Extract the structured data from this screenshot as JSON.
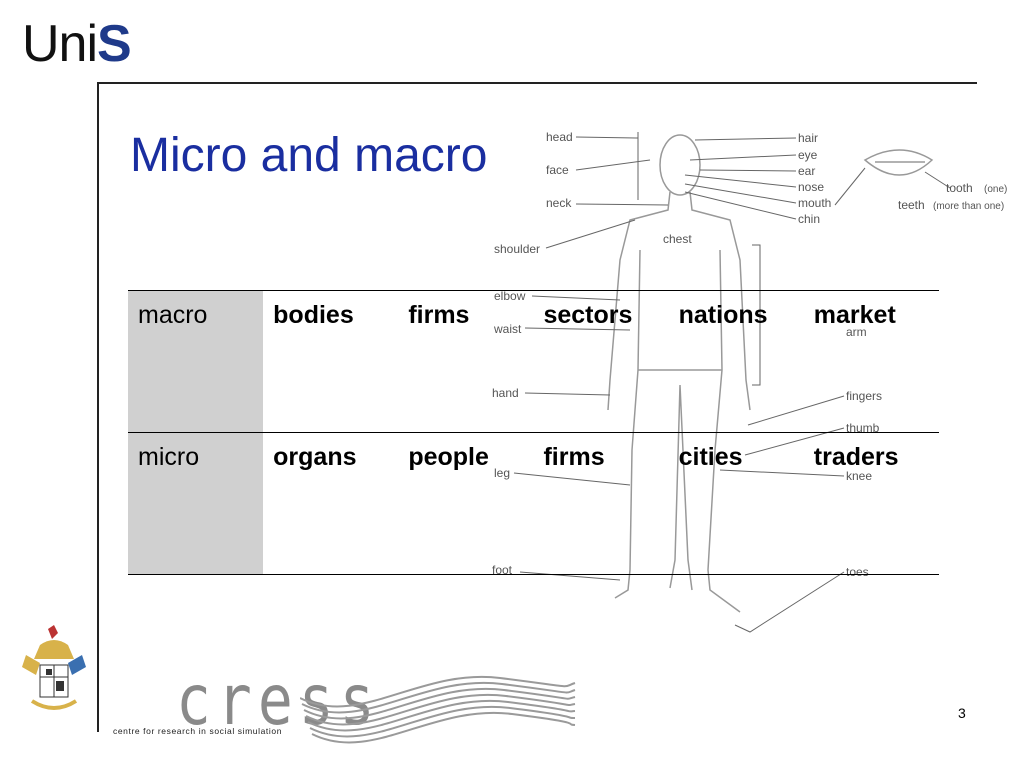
{
  "header": {
    "logo_prefix": "Uni",
    "logo_suffix": "S"
  },
  "slide": {
    "title": "Micro and macro",
    "page_number": "3"
  },
  "table": {
    "rows": [
      {
        "label": "macro",
        "cells": [
          "bodies",
          "firms",
          "sectors",
          "nations",
          "market"
        ]
      },
      {
        "label": "micro",
        "cells": [
          "organs",
          "people",
          "firms",
          "cities",
          "traders"
        ]
      }
    ]
  },
  "diagram": {
    "labels": {
      "head": "head",
      "face": "face",
      "neck": "neck",
      "shoulder": "shoulder",
      "chest": "chest",
      "elbow": "elbow",
      "waist": "waist",
      "hand": "hand",
      "leg": "leg",
      "foot": "foot",
      "hair": "hair",
      "eye": "eye",
      "ear": "ear",
      "nose": "nose",
      "mouth": "mouth",
      "chin": "chin",
      "arm": "arm",
      "fingers": "fingers",
      "thumb": "thumb",
      "knee": "knee",
      "toes": "toes",
      "tooth": "tooth",
      "tooth_note": "(one)",
      "teeth": "teeth",
      "teeth_note": "(more than one)"
    }
  },
  "footer": {
    "cress_logo": "cress",
    "cress_tagline": "centre for research in social simulation"
  },
  "colors": {
    "title": "#1a2ea0",
    "logo_accent": "#1f3a8a",
    "rowhead_bg": "#d0d0d0"
  }
}
